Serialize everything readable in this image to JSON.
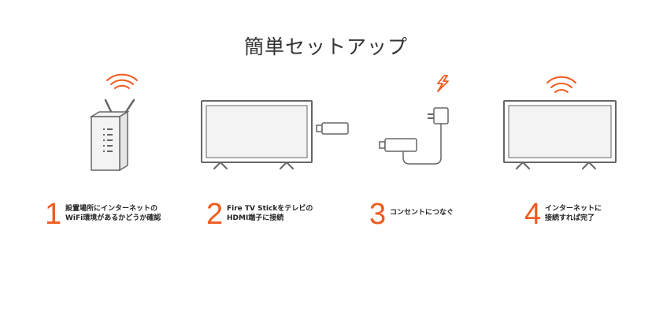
{
  "title": "簡単セットアップ",
  "colors": {
    "accent": "#f25a1d",
    "stroke": "#666666",
    "fill": "#f3f3f3"
  },
  "illustrations": [
    {
      "name": "wifi-router",
      "icon": "router-icon"
    },
    {
      "name": "tv-with-stick",
      "icon": "tv-icon"
    },
    {
      "name": "stick-power-adapter",
      "icon": "power-plug-icon"
    },
    {
      "name": "tv-online",
      "icon": "tv-icon"
    }
  ],
  "steps": [
    {
      "number": "1",
      "line1": "設置場所にインターネットの",
      "line2": "WiFi環境があるかどうか確認"
    },
    {
      "number": "2",
      "line1": "Fire TV Stickをテレビの",
      "line2": "HDMI端子に接続"
    },
    {
      "number": "3",
      "line1": "コンセントにつなぐ",
      "line2": ""
    },
    {
      "number": "4",
      "line1": "インターネットに",
      "line2": "接続すれば完了"
    }
  ]
}
